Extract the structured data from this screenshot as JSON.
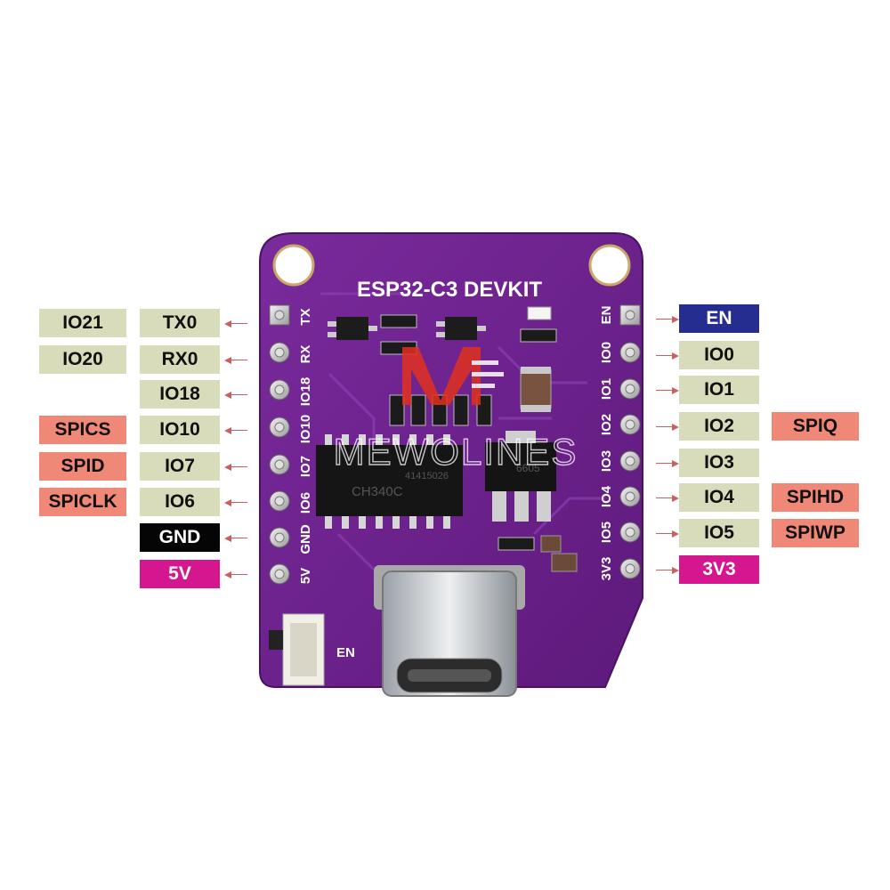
{
  "board": {
    "title": "ESP32-C3 DEVKIT",
    "en_button_label": "EN",
    "watermark": "MEWOLINES",
    "chip_marking": "CH340C",
    "chip_code": "41415026",
    "ldo_marking": "6605",
    "pcb_color": "#6a1d8a",
    "silk_left": [
      "TX",
      "RX",
      "IO18",
      "IO10",
      "IO7",
      "IO6",
      "GND",
      "5V"
    ],
    "silk_right": [
      "EN",
      "IO0",
      "IO1",
      "IO2",
      "IO3",
      "IO4",
      "IO5",
      "3V3"
    ]
  },
  "left_pins": {
    "rows": [
      {
        "outer": "IO21",
        "outer_color": "tan",
        "inner": "TX0",
        "inner_color": "tan"
      },
      {
        "outer": "IO20",
        "outer_color": "tan",
        "inner": "RX0",
        "inner_color": "tan"
      },
      {
        "outer": "",
        "outer_color": "",
        "inner": "IO18",
        "inner_color": "tan"
      },
      {
        "outer": "SPICS",
        "outer_color": "salmon",
        "inner": "IO10",
        "inner_color": "tan"
      },
      {
        "outer": "SPID",
        "outer_color": "salmon",
        "inner": "IO7",
        "inner_color": "tan"
      },
      {
        "outer": "SPICLK",
        "outer_color": "salmon",
        "inner": "IO6",
        "inner_color": "tan"
      },
      {
        "outer": "",
        "outer_color": "",
        "inner": "GND",
        "inner_color": "black"
      },
      {
        "outer": "",
        "outer_color": "",
        "inner": "5V",
        "inner_color": "magenta"
      }
    ]
  },
  "right_pins": {
    "rows": [
      {
        "inner": "EN",
        "inner_color": "navy",
        "outer": "",
        "outer_color": ""
      },
      {
        "inner": "IO0",
        "inner_color": "tan",
        "outer": "",
        "outer_color": ""
      },
      {
        "inner": "IO1",
        "inner_color": "tan",
        "outer": "",
        "outer_color": ""
      },
      {
        "inner": "IO2",
        "inner_color": "tan",
        "outer": "SPIQ",
        "outer_color": "salmon"
      },
      {
        "inner": "IO3",
        "inner_color": "tan",
        "outer": "",
        "outer_color": ""
      },
      {
        "inner": "IO4",
        "inner_color": "tan",
        "outer": "SPIHD",
        "outer_color": "salmon"
      },
      {
        "inner": "IO5",
        "inner_color": "tan",
        "outer": "SPIWP",
        "outer_color": "salmon"
      },
      {
        "inner": "3V3",
        "inner_color": "magenta",
        "outer": "",
        "outer_color": ""
      }
    ]
  }
}
